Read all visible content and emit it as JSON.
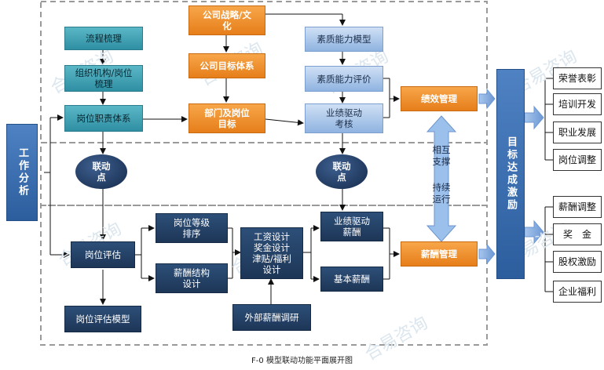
{
  "left_column": {
    "job_analysis": "工作分析"
  },
  "top_section": {
    "strategy": "公司战略/文\n化",
    "goal_system": "公司目标体系",
    "dept_goal": "部门及岗位\n目标",
    "process_sorting": "流程梳理",
    "org_sorting": "组织机构/岗位\n梳理",
    "duty_system": "岗位职责体系",
    "competency_model": "素质能力模型",
    "competency_eval": "素质能力评价",
    "performance_review": "业绩驱动\n考核",
    "performance_mgmt": "绩效管理"
  },
  "linkage": {
    "left_node": "联动\n点",
    "right_node": "联动\n点",
    "mutual": "相互\n支撑",
    "sustain": "持续\n运行"
  },
  "bottom_section": {
    "job_eval": "岗位评估",
    "job_eval_model": "岗位评估模型",
    "grade_ranking": "岗位等级\n排序",
    "pay_structure": "薪酬结构\n设计",
    "pay_design": "工资设计\n奖金设计\n津贴/福利\n设计",
    "external_survey": "外部薪酬调研",
    "performance_pay": "业绩驱动\n薪酬",
    "base_pay": "基本薪酬",
    "compensation_mgmt": "薪酬管理"
  },
  "right_column": {
    "goal_incentive": "目标达成激励",
    "top_outputs": [
      "荣誉表彰",
      "培训开发",
      "职业发展",
      "岗位调整"
    ],
    "bottom_outputs": [
      "薪酬调整",
      "奖　金",
      "股权激励",
      "企业福利"
    ]
  },
  "watermark": "合易咨询",
  "caption": "F-0 模型联动功能平面展开图",
  "colors": {
    "teal": "#3a9db0",
    "orange": "#ef8f2a",
    "light_blue": "#a9c5ea",
    "navy": "#203b5e",
    "blue": "#3a6fb0",
    "arrow_light": "#b9d4f0",
    "dash": "#9a9a9a"
  }
}
